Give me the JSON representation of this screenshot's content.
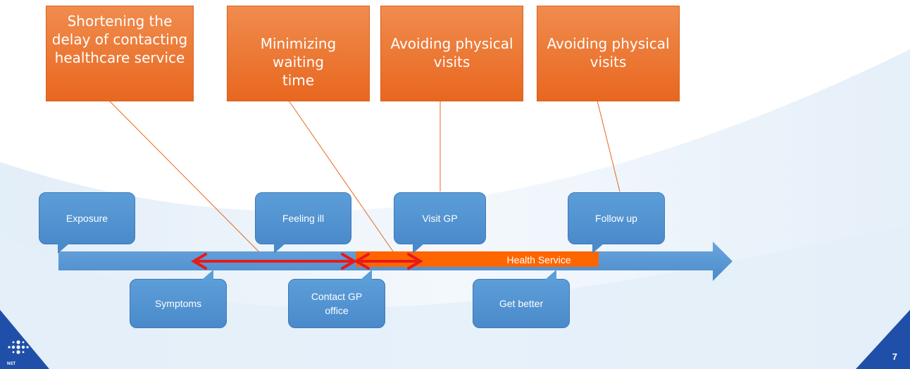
{
  "goals": [
    "Shortening the delay of contacting healthcare service",
    "Minimizing waiting time",
    "Avoiding physical visits",
    "Avoiding physical visits"
  ],
  "events_above": [
    "Exposure",
    "Feeling ill",
    "Visit GP",
    "Follow up"
  ],
  "events_below": [
    "Symptoms",
    "Contact GP office",
    "Get better"
  ],
  "timeline": {
    "health_service_label": "Health Service"
  },
  "footer": {
    "page_number": "7",
    "logo_text": "NST"
  },
  "colors": {
    "orange": "#e8671f",
    "blue": "#4a8acb",
    "red_arrow": "#e81a1a",
    "health_bar": "#ff6600"
  }
}
